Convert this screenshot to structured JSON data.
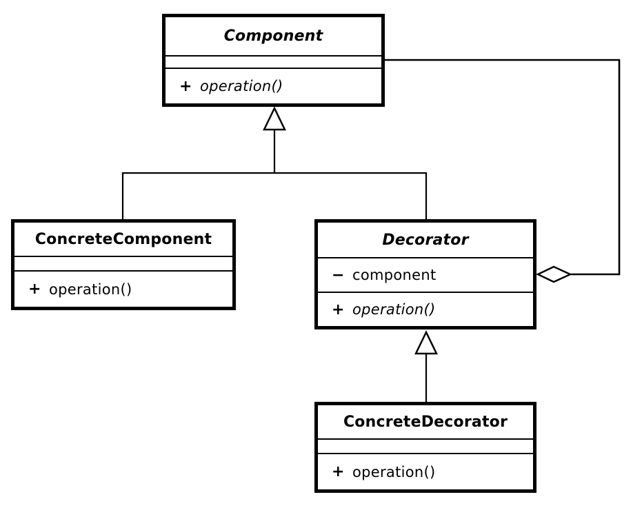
{
  "diagram": {
    "kind": "uml-class-diagram",
    "colors": {
      "background": "#ffffff",
      "line": "#000000",
      "text": "#000000",
      "box_fill": "#ffffff"
    }
  },
  "classes": {
    "component": {
      "name": "Component",
      "abstract": true,
      "attributes": [],
      "methods": [
        {
          "visibility": "+",
          "signature": "operation()",
          "abstract": true
        }
      ]
    },
    "concrete_component": {
      "name": "ConcreteComponent",
      "abstract": false,
      "attributes": [],
      "methods": [
        {
          "visibility": "+",
          "signature": "operation()",
          "abstract": false
        }
      ]
    },
    "decorator": {
      "name": "Decorator",
      "abstract": true,
      "attributes": [
        {
          "visibility": "−",
          "name": "component"
        }
      ],
      "methods": [
        {
          "visibility": "+",
          "signature": "operation()",
          "abstract": true
        }
      ]
    },
    "concrete_decorator": {
      "name": "ConcreteDecorator",
      "abstract": false,
      "attributes": [],
      "methods": [
        {
          "visibility": "+",
          "signature": "operation()",
          "abstract": false
        }
      ]
    }
  },
  "relationships": [
    {
      "type": "generalization",
      "from": "ConcreteComponent",
      "to": "Component",
      "marker": "hollow-triangle"
    },
    {
      "type": "generalization",
      "from": "Decorator",
      "to": "Component",
      "marker": "hollow-triangle"
    },
    {
      "type": "generalization",
      "from": "ConcreteDecorator",
      "to": "Decorator",
      "marker": "hollow-triangle"
    },
    {
      "type": "aggregation",
      "from": "Decorator",
      "to": "Component",
      "marker": "hollow-diamond"
    }
  ]
}
